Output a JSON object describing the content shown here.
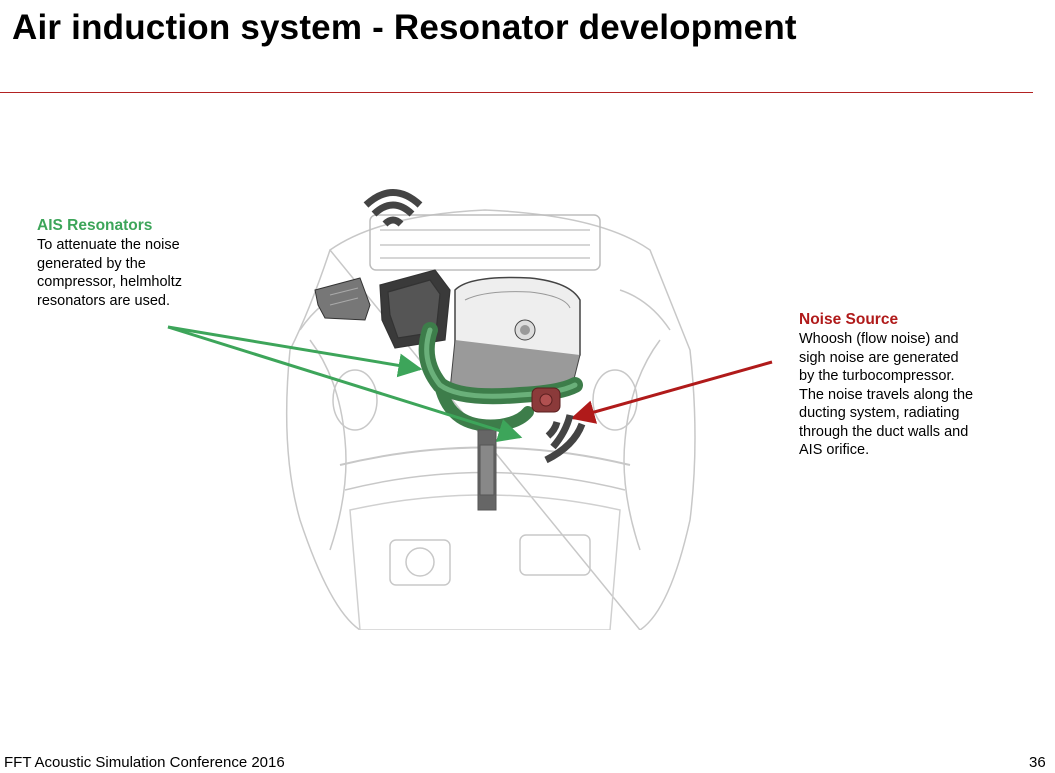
{
  "slide": {
    "title": "Air induction system - Resonator development",
    "footer": "FFT Acoustic Simulation Conference 2016",
    "page_number": "36"
  },
  "callouts": {
    "ais": {
      "heading": "AIS Resonators",
      "lines": [
        "To attenuate the noise",
        "generated by the",
        "compressor, helmholtz",
        "resonators are used."
      ]
    },
    "noise": {
      "heading": "Noise Source",
      "lines": [
        "Whoosh (flow noise) and",
        "sigh noise are generated",
        "by the turbocompressor.",
        "The noise travels along the",
        "ducting system, radiating",
        "through the duct walls and",
        "AIS orifice."
      ]
    }
  },
  "colors": {
    "rule": "#b22222",
    "ais_accent": "#3da55a",
    "noise_accent": "#b01a1a",
    "duct_green": "#3d7d4a",
    "compressor_red": "#8b3a3a"
  },
  "icons": {
    "sound_waves": "wifi-like-sound-wave-icon",
    "arrow": "arrow-icon"
  }
}
